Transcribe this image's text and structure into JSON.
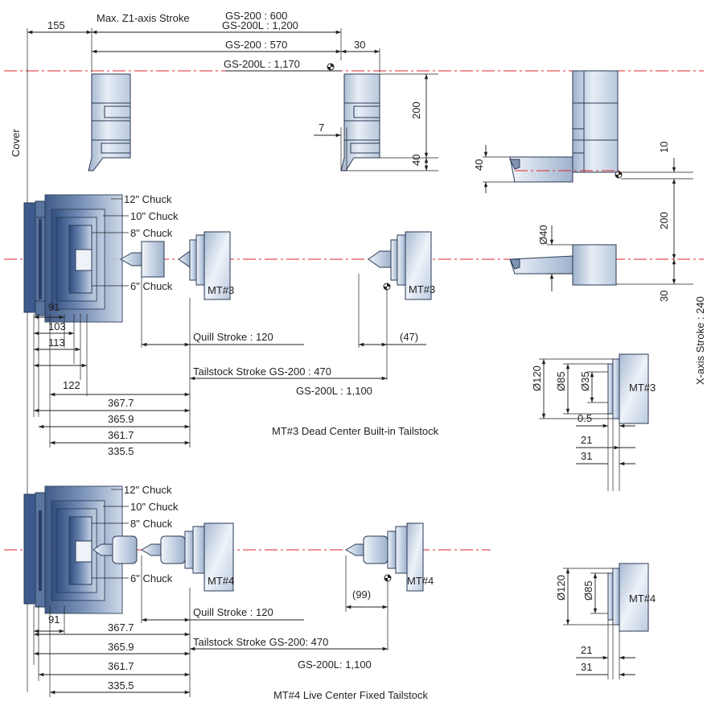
{
  "labels": {
    "cover": "Cover",
    "max_z1_stroke": "Max. Z1-axis Stroke",
    "gs200_600": "GS-200 : 600",
    "gs200l_1200": "GS-200L : 1,200",
    "gs200_570": "GS-200 : 570",
    "gs200l_1170": "GS-200L : 1,170",
    "quill_stroke_top": "Quill Stroke : 120",
    "quill_stroke_bottom": "Quill Stroke : 120",
    "tailstock_stroke_top": "Tailstock Stroke GS-200 : 470",
    "tailstock_stroke_top_l": "GS-200L : 1,100",
    "tailstock_stroke_bottom": "Tailstock Stroke GS-200: 470",
    "tailstock_stroke_bottom_l": "GS-200L: 1,100",
    "caption_mt3": "MT#3 Dead Center Built-in Tailstock",
    "caption_mt4": "MT#4 Live Center Fixed Tailstock",
    "x_axis_stroke": "X-axis Stroke : 240",
    "chuck_12_top": "12\" Chuck",
    "chuck_10_top": "10\" Chuck",
    "chuck_8_top": "8\" Chuck",
    "chuck_6_top": "6\" Chuck",
    "chuck_12_bottom": "12\" Chuck",
    "chuck_10_bottom": "10\" Chuck",
    "chuck_8_bottom": "8\" Chuck",
    "chuck_6_bottom": "6\" Chuck",
    "mt3_a": "MT#3",
    "mt3_b": "MT#3",
    "mt3_c": "MT#3",
    "mt4_a": "MT#4",
    "mt4_b": "MT#4",
    "mt4_c": "MT#4"
  },
  "dims": {
    "d155": "155",
    "d30_top": "30",
    "d200_v": "200",
    "d40_v": "40",
    "d7": "7",
    "d40_tool": "40",
    "d10": "10",
    "d200_x": "200",
    "d30_x": "30",
    "dia40": "Ø40",
    "d91_top": "91",
    "d103": "103",
    "d113": "113",
    "d122": "122",
    "d367_top": "367.7",
    "d365_top": "365.9",
    "d361_top": "361.7",
    "d335_top": "335.5",
    "d47": "(47)",
    "dia120_top": "Ø120",
    "dia85_top": "Ø85",
    "dia35": "Ø35",
    "d05": "0.5",
    "d21_top": "21",
    "d31_top": "31",
    "d91_bottom": "91",
    "d367_bottom": "367.7",
    "d365_bottom": "365.9",
    "d361_bottom": "361.7",
    "d335_bottom": "335.5",
    "d99": "(99)",
    "dia120_bottom": "Ø120",
    "dia85_bottom": "Ø85",
    "d21_bottom": "21",
    "d31_bottom": "31"
  },
  "colors": {
    "centerline": "#e0262b",
    "steel_dark": "#3c5a8c",
    "steel_light": "#dfe7f1",
    "ink": "#231f20"
  }
}
